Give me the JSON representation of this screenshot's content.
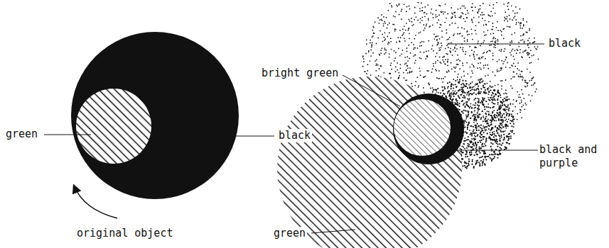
{
  "diagram": {
    "labels": [
      "bright green",
      "black",
      "green",
      "black",
      "black and purple",
      "green",
      "original object"
    ]
  }
}
